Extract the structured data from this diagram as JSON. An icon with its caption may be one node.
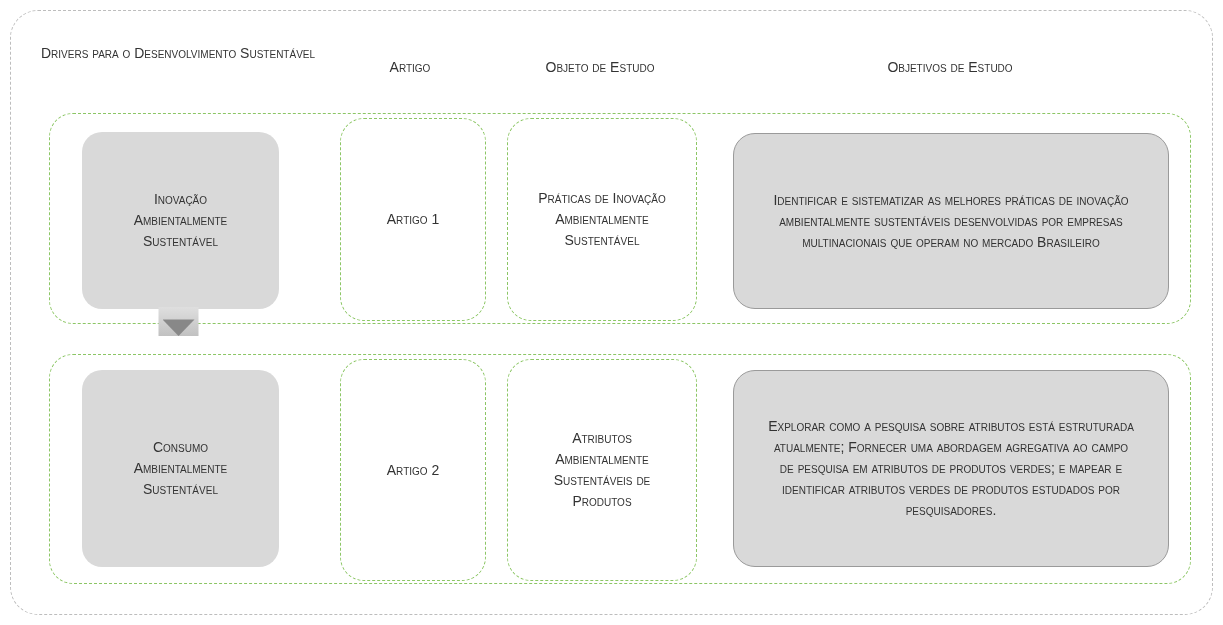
{
  "diagram": {
    "nodes": [
      {
        "text": [],
        "shape": "box"
      },
      {
        "text": [],
        "shape": "box",
        "in": 0
      },
      {
        "text": [
          "Inovação Ambientalmente Sustentável"
        ],
        "in": 1
      },
      {
        "text": [
          "Artigo 1"
        ],
        "in": 1
      },
      {
        "text": [
          "Práticas de Inovação Ambientalmente Sustentável"
        ],
        "in": 1
      },
      {
        "text": [
          "Identificar e sistematizar as melhores práticas de inovação ambientalmente sustentáveis desenvolvidas por empresas multinacionais que operam no mercado Brasileiro"
        ],
        "in": 1
      },
      {
        "text": [],
        "shape": "box",
        "in": 0
      },
      {
        "text": [
          "Consumo Ambientalmente Sustentável"
        ],
        "in": 6
      },
      {
        "text": [
          "Artigo 2"
        ],
        "in": 6
      },
      {
        "text": [
          "Atributos Ambientalmente Sustentáveis de Produtos"
        ],
        "in": 6
      },
      {
        "text": [
          "Explorar como a pesquisa sobre atributos está estruturada atualmente; Fornecer uma abordagem agregativa ao campo de pesquisa em atributos de produtos verdes; e mapear e identificar atributos verdes de produtos estudados por pesquisadores."
        ],
        "in": 6
      }
    ],
    "edges": [
      {
        "from": 2,
        "to": 7,
        "arrow": "to",
        "style": "thick"
      }
    ],
    "labels": [
      "Drivers para o Desenvolvimento Sustentável",
      "Artigo",
      "Objeto de Estudo",
      "Objetivos de Estudo"
    ]
  }
}
